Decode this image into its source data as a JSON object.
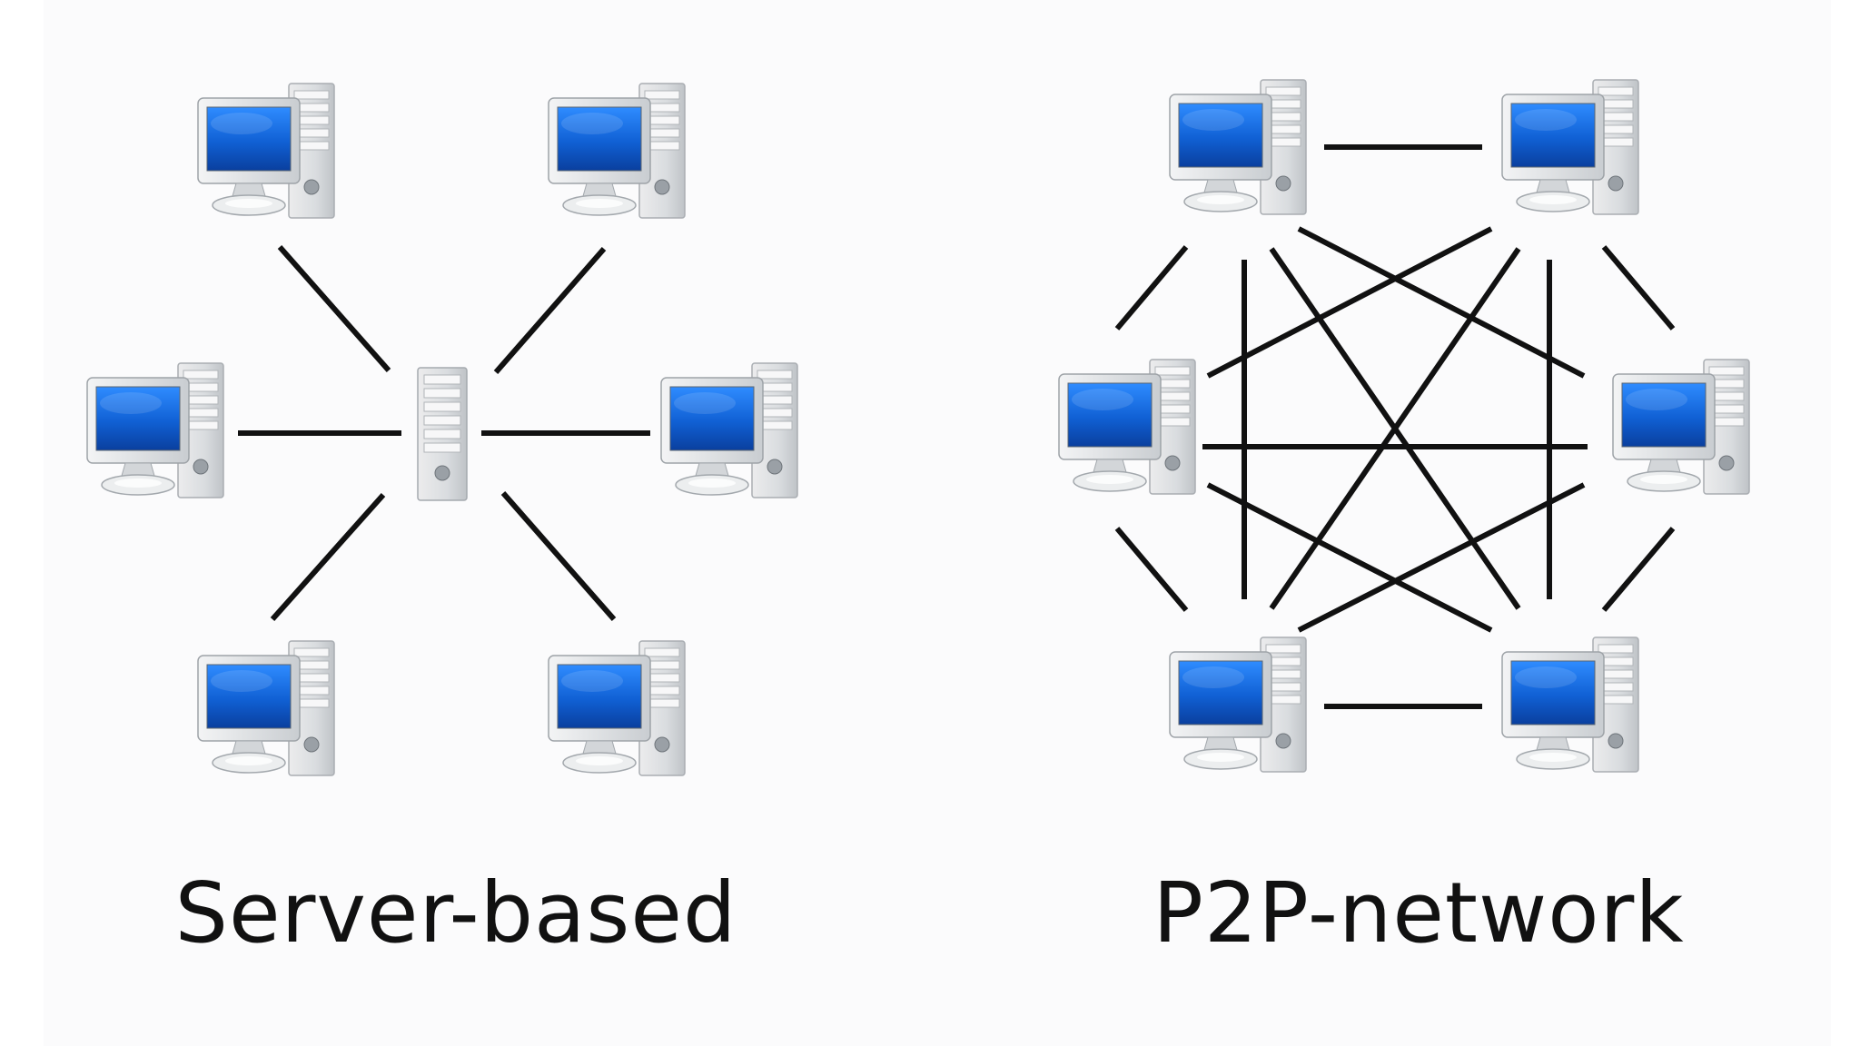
{
  "diagrams": [
    {
      "id": "server-based",
      "caption": "Server-based",
      "topology": "star",
      "clients": 6,
      "central_node": "server"
    },
    {
      "id": "p2p",
      "caption": "P2P-network",
      "topology": "full-mesh",
      "peers": 6
    }
  ],
  "colors": {
    "line": "#111111",
    "screen_blue": "#1466d9",
    "tower": "#d9dcdf"
  },
  "icons": {
    "client": "desktop-computer-icon",
    "server": "server-tower-icon"
  }
}
